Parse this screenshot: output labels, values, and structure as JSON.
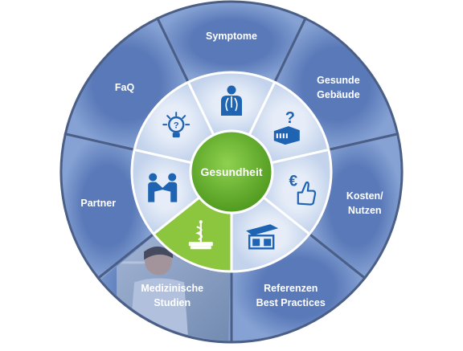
{
  "center": {
    "label": "Gesundheit",
    "color": "#6bb42c"
  },
  "colors": {
    "outer": "#6f8cc8",
    "outer_light": "#93aedb",
    "inner": "#d3dff1",
    "inner_highlight": "#8cc63f",
    "divider": "#4a5e86",
    "icon": "#1f63b3"
  },
  "segments": [
    {
      "id": "faq",
      "label": [
        "FaQ"
      ],
      "icon": "lightbulb-question-icon"
    },
    {
      "id": "symptome",
      "label": [
        "Symptome"
      ],
      "icon": "human-torso-icon"
    },
    {
      "id": "gesunde-gebaeude",
      "label": [
        "Gesunde",
        "Gebäude"
      ],
      "icon": "building-question-icon"
    },
    {
      "id": "kosten-nutzen",
      "label": [
        "Kosten/",
        "Nutzen"
      ],
      "icon": "euro-thumbs-up-icon"
    },
    {
      "id": "referenzen",
      "label": [
        "Referenzen",
        "Best Practices"
      ],
      "icon": "modern-building-icon"
    },
    {
      "id": "medizinische-studien",
      "label": [
        "Medizinische",
        "Studien"
      ],
      "icon": "book-caduceus-icon",
      "highlight": true,
      "photo": "scientist-photo"
    },
    {
      "id": "partner",
      "label": [
        "Partner"
      ],
      "icon": "handshake-icon"
    }
  ]
}
